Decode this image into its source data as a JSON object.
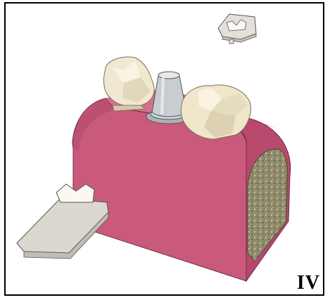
{
  "figure": {
    "panel_label": "IV",
    "colors": {
      "gingiva": "#c95a7c",
      "gingiva_dark": "#9f3e5c",
      "bone_cancellous": "#8c8a6e",
      "crown": "#efe7cf",
      "abutment": "#c9ccd1",
      "transfer_tray": "#dcd7cf"
    },
    "components": [
      {
        "name": "gingiva-block"
      },
      {
        "name": "bone-cross-section"
      },
      {
        "name": "left-crown"
      },
      {
        "name": "implant-abutment"
      },
      {
        "name": "right-crown"
      },
      {
        "name": "impression-coping-small"
      },
      {
        "name": "impression-tray"
      }
    ]
  }
}
